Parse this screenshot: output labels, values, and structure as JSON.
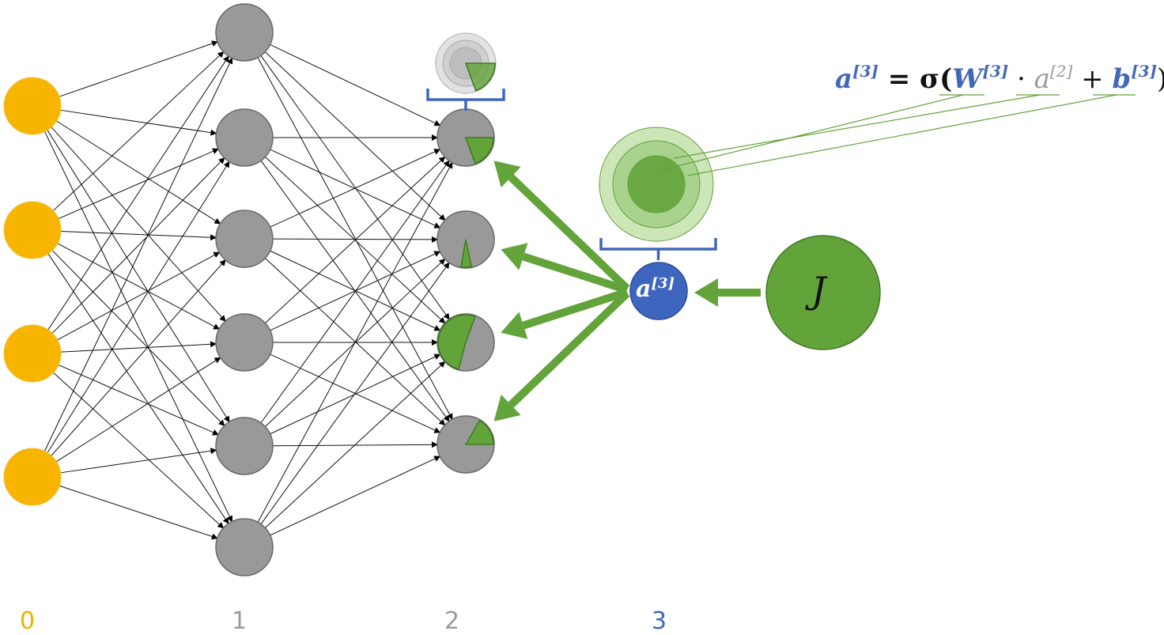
{
  "layers": [
    {
      "label": "0",
      "color": "#f0b000"
    },
    {
      "label": "1",
      "color": "#9a9a9a"
    },
    {
      "label": "2",
      "color": "#9a9a9a"
    },
    {
      "label": "3",
      "color": "#4169b8"
    }
  ],
  "nodes": {
    "a3_base": "a",
    "a3_sup": "[3]",
    "cost_label": "J"
  },
  "formula": {
    "lhs": "a",
    "lhs_sup": "[3]",
    "equals": " = σ(",
    "w": "W",
    "w_sup": "[3]",
    "dot": " · ",
    "a_prev": "a",
    "a_prev_sup": "[2]",
    "plus": " + ",
    "b": "b",
    "b_sup": "[3]",
    "close": ")"
  },
  "layer2_green_fractions": [
    0.2,
    0.06,
    0.5,
    0.17
  ],
  "colors": {
    "neuron": "#999999",
    "input": "#f7b500",
    "green": "#62a33a",
    "blue": "#3f66bf"
  }
}
